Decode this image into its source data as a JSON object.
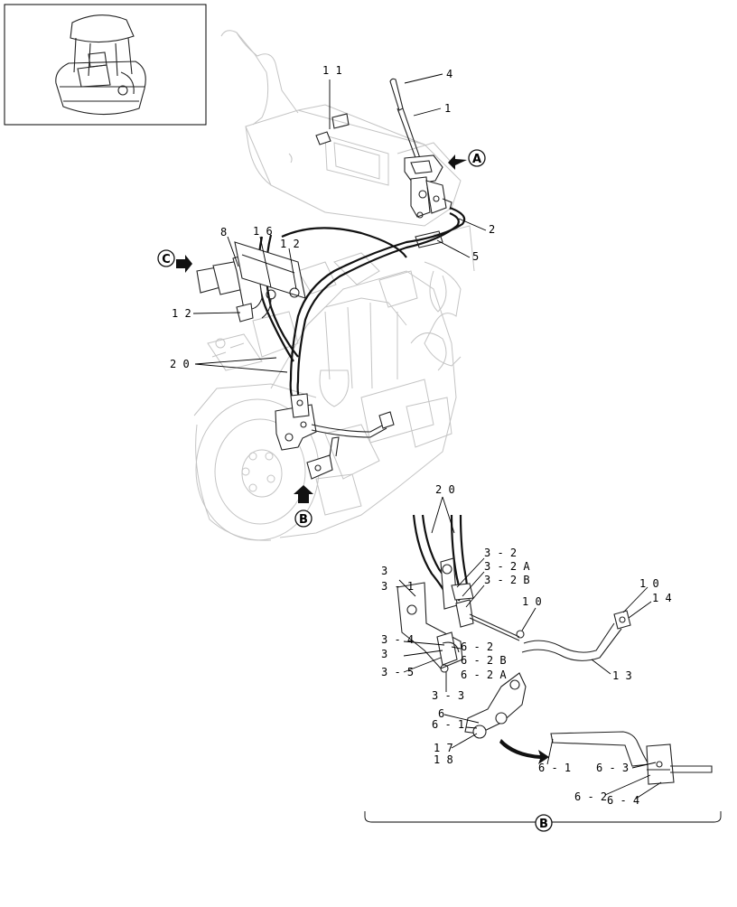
{
  "callouts": {
    "c1": "1",
    "c2": "2",
    "c4": "4",
    "c5": "5",
    "c8": "8",
    "c11": "1 1",
    "c12a": "1 2",
    "c12b": "1 2",
    "c16": "1 6",
    "c20a": "2 0",
    "c20b": "2 0",
    "c3": "3",
    "c3_1": "3 - 1",
    "c3_2": "3 - 2",
    "c3_2A": "3 - 2 A",
    "c3_2B": "3 - 2 B",
    "c3_4": "3 - 4",
    "c3_x": "3",
    "c3_5": "3 - 5",
    "c3_3": "3 - 3",
    "c6_2": "6 - 2",
    "c6_2B": "6 - 2 B",
    "c6_2A": "6 - 2 A",
    "c10a": "1 0",
    "c10b": "1 0",
    "c14": "1 4",
    "c13": "1 3",
    "c6": "6",
    "c6_1": "6 - 1",
    "c17": "1 7",
    "c18": "1 8",
    "c6_16": "6 - 1",
    "c6_3": "6 - 3",
    "c6_2b": "6 - 2",
    "c6_4": "6 - 4"
  },
  "view_markers": {
    "A": "A",
    "B": "B",
    "C": "C",
    "B_detail": "B"
  },
  "colors": {
    "line": "#111111",
    "ghost": "#c4c4c4",
    "background": "#ffffff"
  },
  "icons": {
    "view_arrow": "solid-arrow-icon",
    "detail_arrow": "curved-arrow-icon",
    "thumbnail": "machine-overview-thumbnail"
  }
}
